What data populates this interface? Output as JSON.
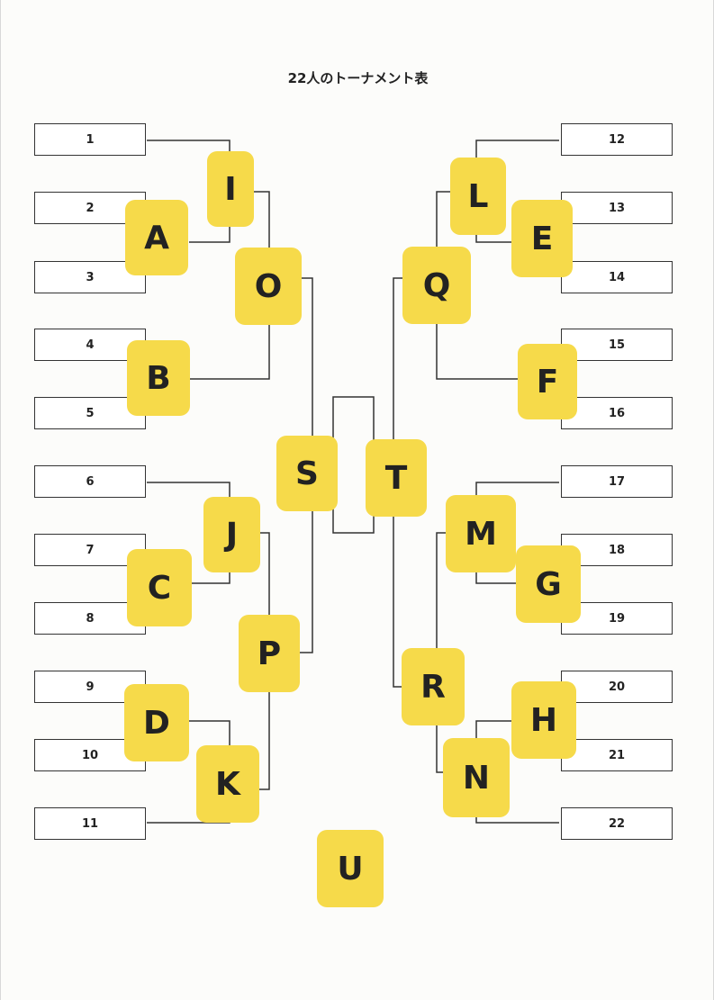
{
  "title": "22人のトーナメント表",
  "colors": {
    "badge": "#f6da4a",
    "line": "#333333",
    "box_border": "#333333"
  },
  "players_left": [
    "1",
    "2",
    "3",
    "4",
    "5",
    "6",
    "7",
    "8",
    "9",
    "10",
    "11"
  ],
  "players_right": [
    "12",
    "13",
    "14",
    "15",
    "16",
    "17",
    "18",
    "19",
    "20",
    "21",
    "22"
  ],
  "matches": [
    "A",
    "B",
    "C",
    "D",
    "E",
    "F",
    "G",
    "H",
    "I",
    "J",
    "K",
    "L",
    "M",
    "N",
    "O",
    "P",
    "Q",
    "R",
    "S",
    "T",
    "U"
  ]
}
